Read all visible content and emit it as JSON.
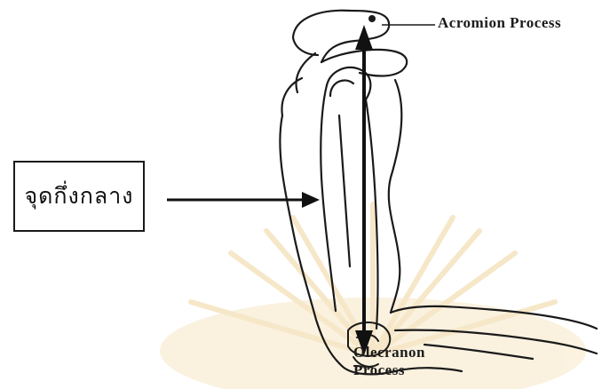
{
  "labels": {
    "acromion": "Acromion Process",
    "olecranon": "Olecranon Process",
    "midpoint": "จุดกึ่งกลาง"
  },
  "colors": {
    "ink": "#1a1a1a",
    "watermark": "#f3dcb0"
  }
}
